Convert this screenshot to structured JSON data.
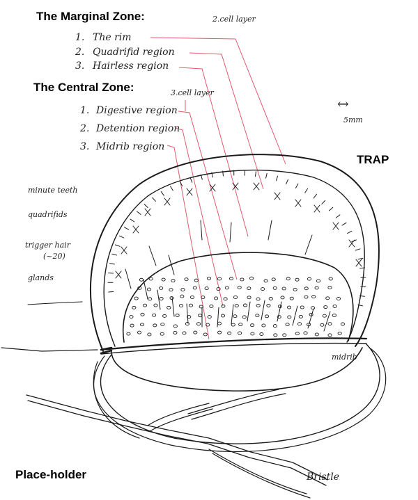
{
  "headings": {
    "marginal": "The Marginal Zone:",
    "central": "The Central Zone:",
    "trap": "TRAP",
    "placeholder": "Place-holder"
  },
  "marginal_items": [
    {
      "num": "1.",
      "label": "The rim"
    },
    {
      "num": "2.",
      "label": "Quadrifid region"
    },
    {
      "num": "3.",
      "label": "Hairless region"
    }
  ],
  "central_items": [
    {
      "num": "1.",
      "label": "Digestive region"
    },
    {
      "num": "2.",
      "label": "Detention region"
    },
    {
      "num": "3.",
      "label": "Midrib region"
    }
  ],
  "layers": {
    "two_cell": "2.cell layer",
    "three_cell": "3.cell layer"
  },
  "scale": {
    "label": "5mm",
    "arrow": "↔"
  },
  "side_labels": [
    "minute teeth",
    "quadrifids",
    "trigger hair",
    "(~20)",
    "glands"
  ],
  "midrib_label": "midrib",
  "bristle_label": "Bristle",
  "colors": {
    "ink": "#1a1a1a",
    "leader": "#e25a6a"
  }
}
